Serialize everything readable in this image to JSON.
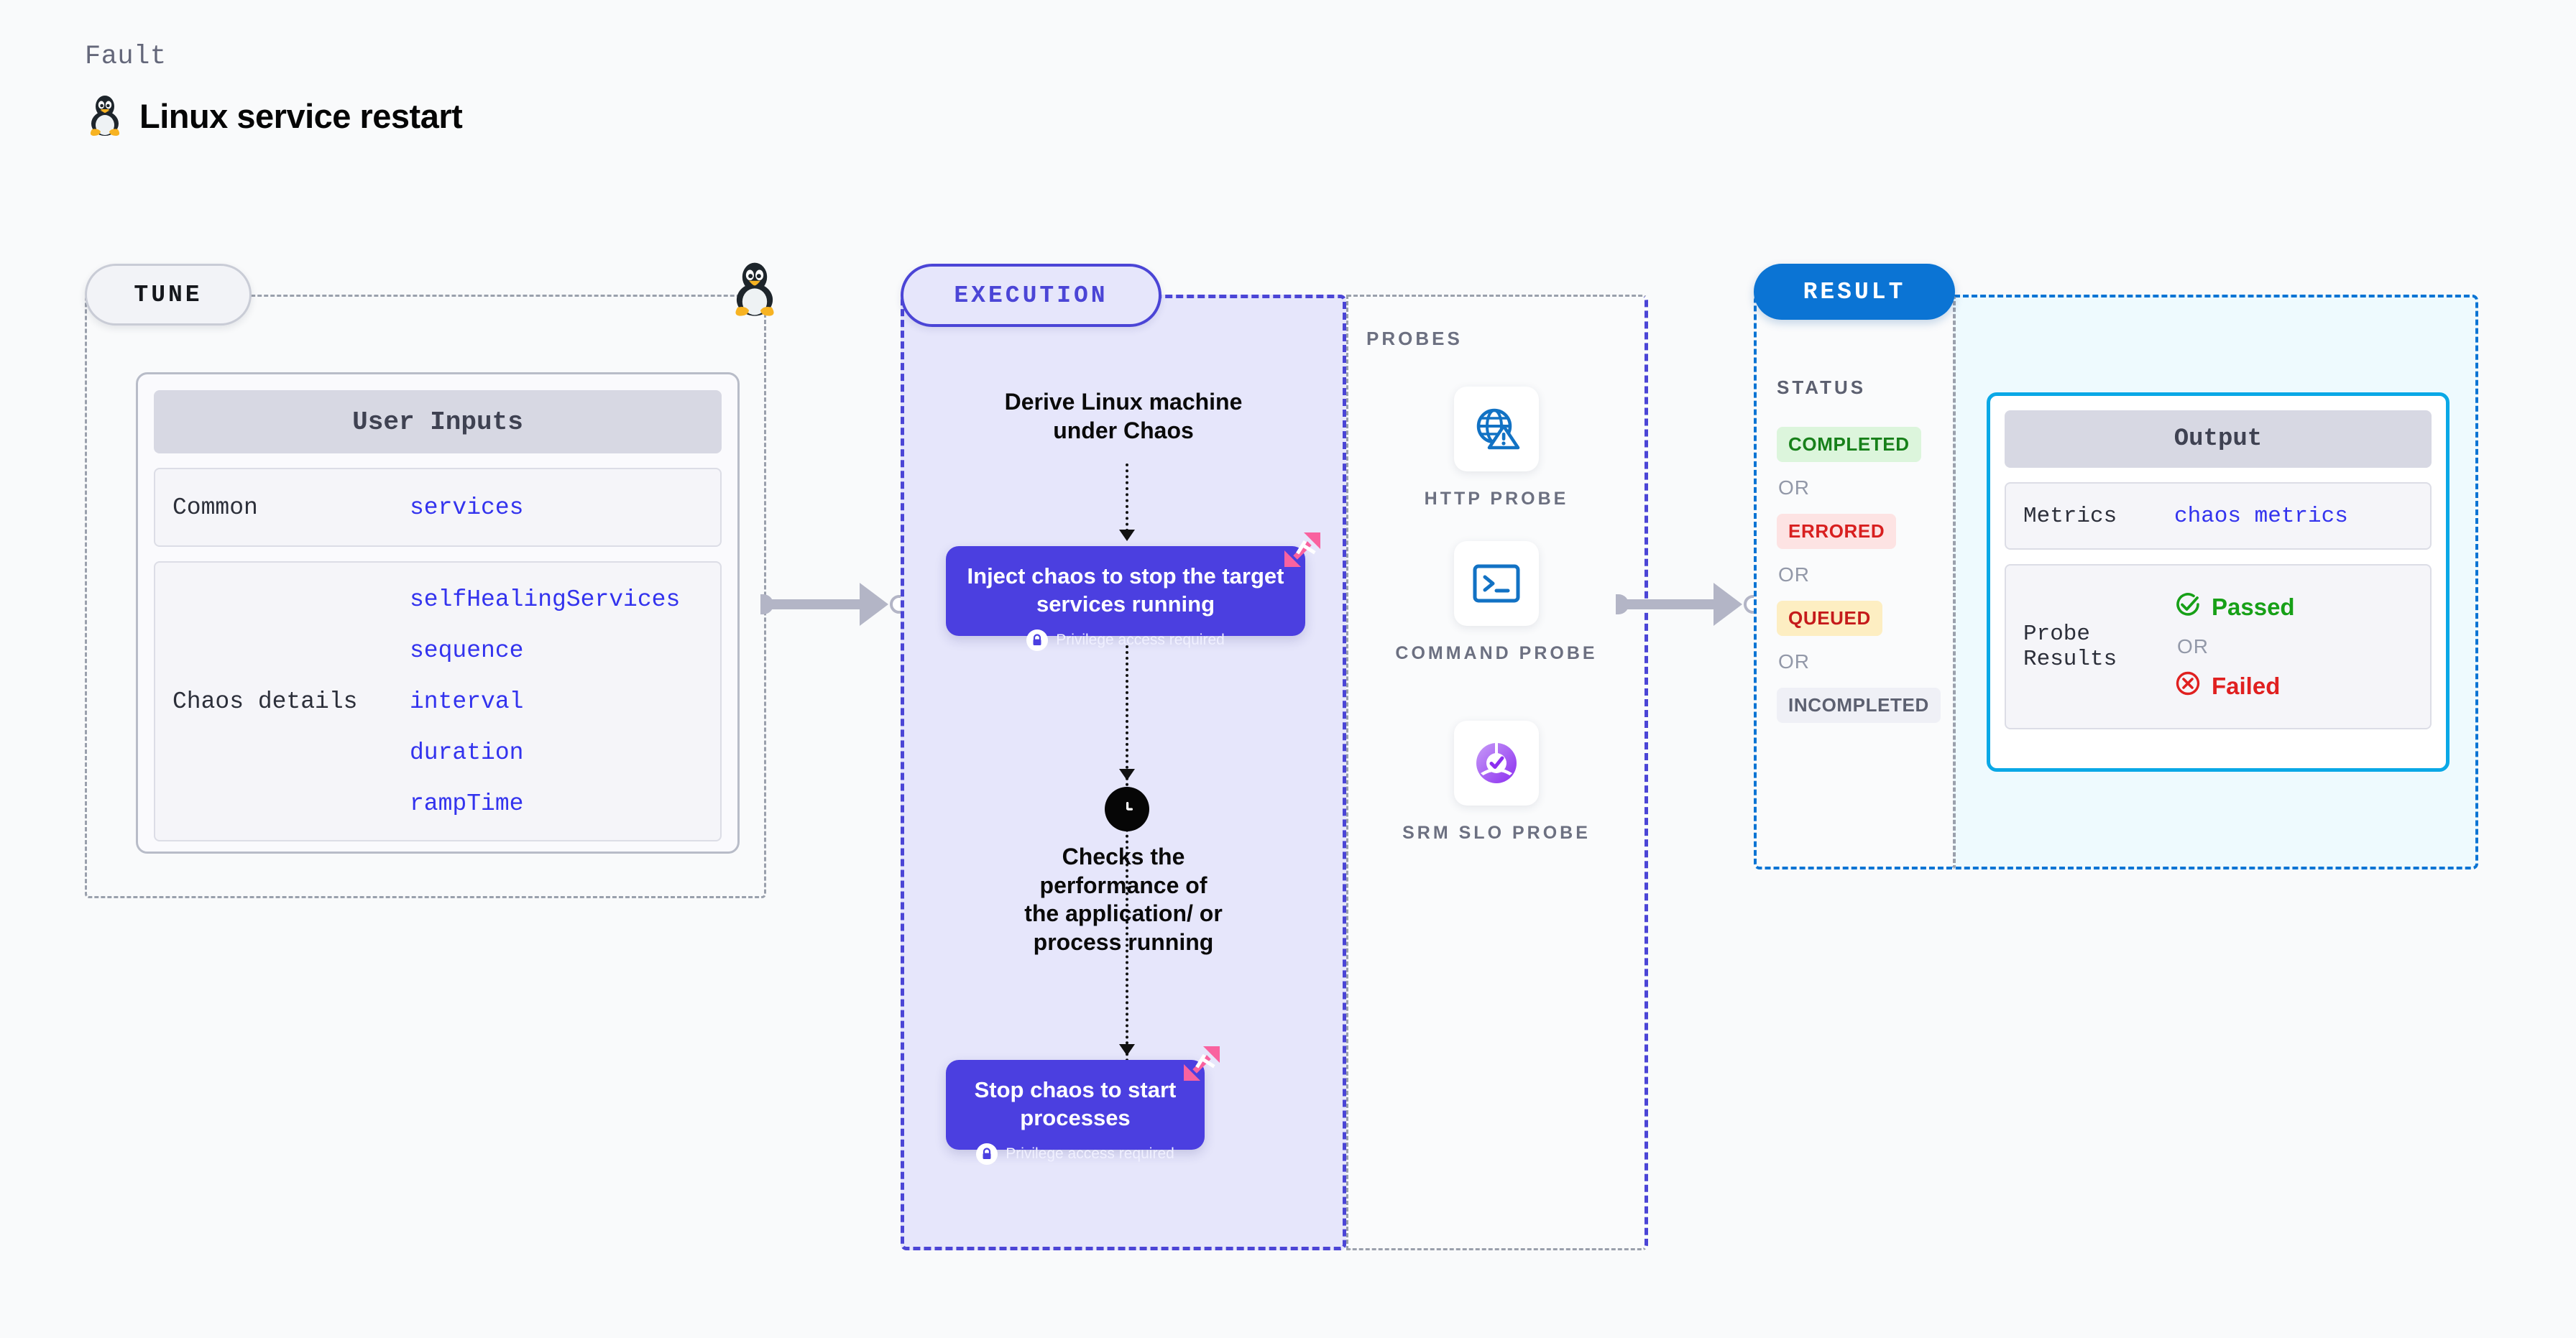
{
  "header": {
    "eyebrow": "Fault",
    "title": "Linux service restart",
    "icon": "tux-penguin-icon"
  },
  "tune": {
    "badge": "TUNE",
    "card_title": "User Inputs",
    "rows": [
      {
        "label": "Common",
        "values": [
          "services"
        ]
      },
      {
        "label": "Chaos details",
        "values": [
          "selfHealingServices",
          "sequence",
          "interval",
          "duration",
          "rampTime"
        ]
      }
    ]
  },
  "execution": {
    "badge": "EXECUTION",
    "step1_text": "Derive Linux machine\nunder Chaos",
    "card1": {
      "title": "Inject chaos to stop the target services running",
      "privilege": "Privilege access required"
    },
    "step2_text": "Checks the\nperformance of\nthe application/ or\nprocess running",
    "card2": {
      "title": "Stop chaos to start processes",
      "privilege": "Privilege access required"
    }
  },
  "probes": {
    "label": "PROBES",
    "items": [
      {
        "caption": "HTTP PROBE",
        "icon": "globe-warning-icon"
      },
      {
        "caption": "COMMAND PROBE",
        "icon": "terminal-icon"
      },
      {
        "caption": "SRM SLO PROBE",
        "icon": "slo-donut-check-icon"
      }
    ]
  },
  "result": {
    "badge": "RESULT",
    "status_label": "STATUS",
    "or_text": "OR",
    "statuses": [
      {
        "label": "COMPLETED",
        "bg": "#dcf5dc",
        "fg": "#17801a"
      },
      {
        "label": "ERRORED",
        "bg": "#fde3e3",
        "fg": "#d81f1f"
      },
      {
        "label": "QUEUED",
        "bg": "#fdeec2",
        "fg": "#c51b1b"
      },
      {
        "label": "INCOMPLETED",
        "bg": "#eff0f6",
        "fg": "#5c6070"
      }
    ],
    "output": {
      "card_title": "Output",
      "metrics_label": "Metrics",
      "metrics_value": "chaos metrics",
      "probe_label": "Probe Results",
      "passed": "Passed",
      "failed": "Failed",
      "or_text": "OR"
    }
  },
  "colors": {
    "indigo": "#4b3fe0",
    "result_blue": "#0b74d4",
    "cyan": "#0aa8e6",
    "pink": "#f9629f",
    "connector_gray": "#b3b5c6"
  }
}
